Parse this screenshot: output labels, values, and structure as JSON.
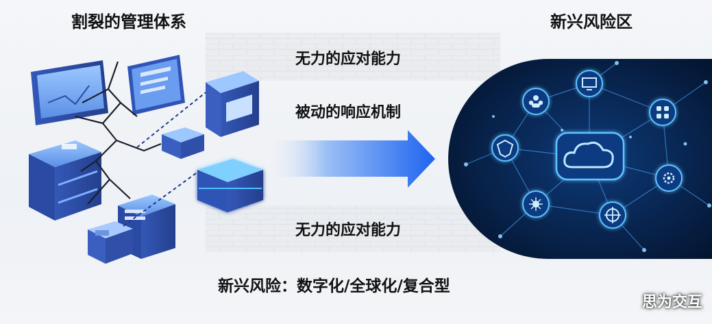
{
  "left_title": "割裂的管理体系",
  "right_title": "新兴风险区",
  "middle": {
    "line1": "无力的应对能力",
    "line2": "被动的响应机制",
    "line3": "无力的应对能力"
  },
  "bottom_caption": "新兴风险：数字化/全球化/复合型",
  "watermark": "思为交互",
  "colors": {
    "arrow": "#1e64f0",
    "network_bg": "#061a3c",
    "node_glow": "#4fb8ff",
    "server_blue": "#3f6fd6"
  },
  "icons": [
    "cloud-icon",
    "monitor-icon",
    "people-icon",
    "grid-icon",
    "shield-icon",
    "gear-icon",
    "bug-icon",
    "target-icon"
  ]
}
